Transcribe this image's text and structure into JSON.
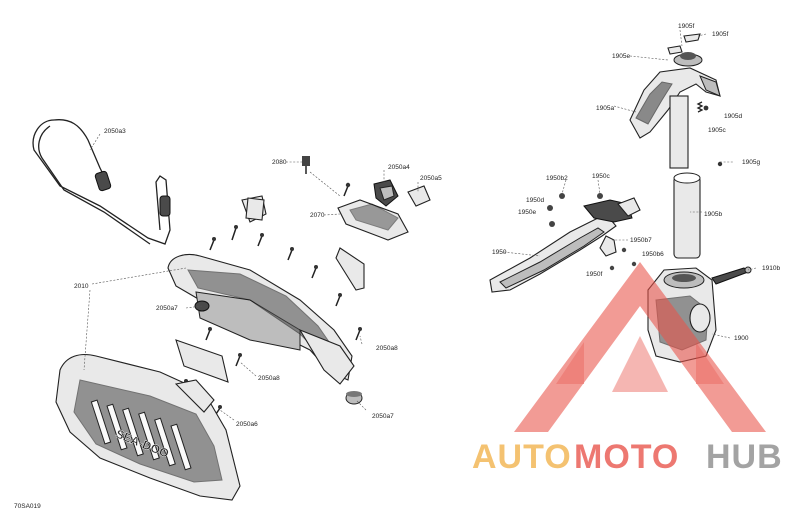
{
  "diagram": {
    "figure_id": "70SA019",
    "labels": {
      "l2050a3": "2050a3",
      "l2080": "2080",
      "l2050a4": "2050a4",
      "l2050a5": "2050a5",
      "l2070": "2070",
      "l2010": "2010",
      "l2050a7_left": "2050a7",
      "l2050a8_right": "2050a8",
      "l2050a8_bottom": "2050a8",
      "l2050a6": "2050a6",
      "l2050a7_bottom": "2050a7",
      "l1905f_top": "1905f",
      "l1905f_right": "1905f",
      "l1905e": "1905e",
      "l1905a": "1905a",
      "l1905d": "1905d",
      "l1905c": "1905c",
      "l1905g": "1905g",
      "l1950b2": "1950b2",
      "l1950c": "1950c",
      "l1950d": "1950d",
      "l1950e": "1950e",
      "l1905b": "1905b",
      "l1950": "1950",
      "l1950b7": "1950b7",
      "l1950b6": "1950b6",
      "l1950f": "1950f",
      "l1910b": "1910b",
      "l1900": "1900"
    },
    "bumper_text": "SEA-DOO"
  },
  "watermark": {
    "brand_part1": "AUTO",
    "brand_part2": "MOTO",
    "brand_part3": "HUB",
    "colors": {
      "red": "#e8534a",
      "orange": "#f2b24a",
      "gray": "#8a8a8a"
    }
  }
}
